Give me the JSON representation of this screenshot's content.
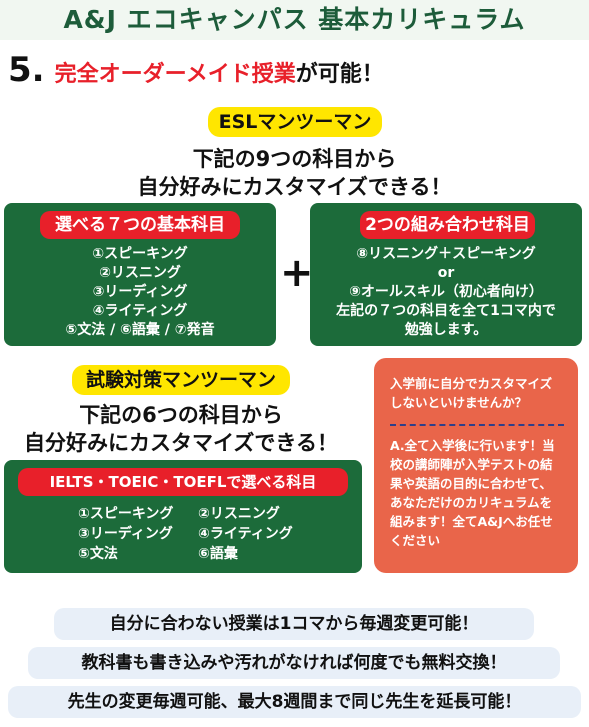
{
  "header": {
    "title": "A&J エコキャンパス 基本カリキュラム"
  },
  "section": {
    "number": "5.",
    "title_red": "完全オーダーメイド授業",
    "title_black": "が可能！"
  },
  "esl": {
    "label": "ESLマンツーマン",
    "line1": "下記の9つの科目から",
    "line2": "自分好みにカスタマイズできる！"
  },
  "basic_box": {
    "label": "選べる７つの基本科目",
    "items": [
      "①スピーキング",
      "②リスニング",
      "③リーディング",
      "④ライティング",
      "⑤文法 / ⑥語彙 / ⑦発音"
    ]
  },
  "plus": "+",
  "combo_box": {
    "label": "2つの組み合わせ科目",
    "items": [
      "⑧リスニング＋スピーキング",
      "or",
      "⑨オールスキル（初心者向け）",
      "左記の７つの科目を全て1コマ内で",
      "勉強します。"
    ]
  },
  "test": {
    "label": "試験対策マンツーマン",
    "line1": "下記の6つの科目から",
    "line2": "自分好みにカスタマイズできる！"
  },
  "test_box": {
    "label": "IELTS・TOEIC・TOEFLで選べる科目",
    "items": [
      "①スピーキング",
      "②リスニング",
      "③リーディング",
      "④ライティング",
      "⑤文法",
      "⑥語彙"
    ]
  },
  "faq": {
    "question": "入学前に自分でカスタマイズしないといけませんか？",
    "answer": "A.全て入学後に行います！当校の講師陣が入学テストの結果や英語の目的に合わせて、あなただけのカリキュラムを組みます！全てA&Jへお任せください"
  },
  "notes": [
    "自分に合わない授業は1コマから毎週変更可能！",
    "教科書も書き込みや汚れがなければ何度でも無料交換！",
    "先生の変更毎週可能、最大8週間まで同じ先生を延長可能！"
  ],
  "colors": {
    "accent_red": "#e8202a",
    "green": "#1c6b3a",
    "yellow": "#ffe600",
    "coral": "#e9654a",
    "pill_bg": "#e8eff8"
  }
}
